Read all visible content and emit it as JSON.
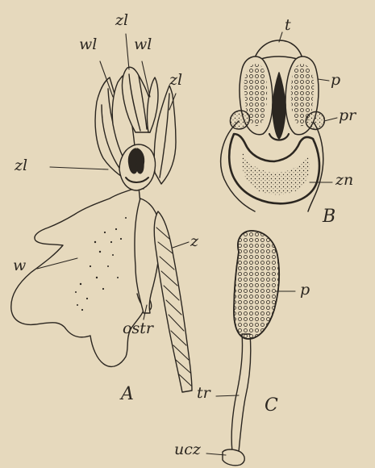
{
  "labels": {
    "zl_top": "zl",
    "wl_left": "wl",
    "wl_right": "wl",
    "zl_right": "zl",
    "zl_left": "zl",
    "w": "w",
    "z": "z",
    "ostr": "ostr",
    "fig_a": "A",
    "t": "t",
    "p_b": "p",
    "pr": "pr",
    "zn": "zn",
    "fig_b": "B",
    "p_c": "p",
    "tr": "tr",
    "fig_c": "C",
    "ucz": "ucz"
  },
  "colors": {
    "paper": "#e6d9bd",
    "ink": "#2b2620"
  }
}
